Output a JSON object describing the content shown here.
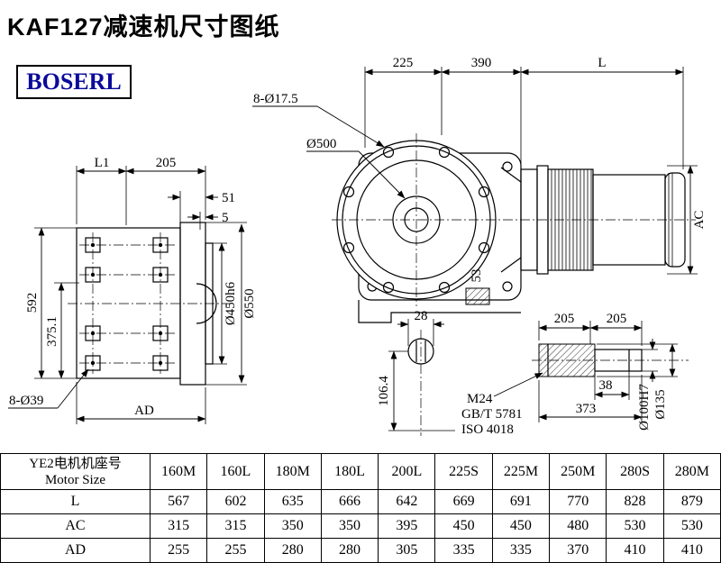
{
  "page": {
    "title": "KAF127减速机尺寸图纸",
    "brand": "BOSERL",
    "brand_color": "#0a0a9a"
  },
  "drawing": {
    "front": {
      "dim_225": "225",
      "dim_390": "390",
      "dim_l": "L",
      "bolt_callout": "8-Ø17.5",
      "flange_dia": "Ø500",
      "motor_height": "AC",
      "dim_53": "53"
    },
    "side": {
      "dim_l1": "L1",
      "dim_205": "205",
      "dim_51": "51",
      "dim_5": "5",
      "dim_592": "592",
      "dim_375": "375.1",
      "bolt_callout": "8-Ø39",
      "dim_ad": "AD",
      "boss_dia": "Ø450h6",
      "flange_dia": "Ø550"
    },
    "input_shaft": {
      "dim_28": "28",
      "dim_106": "106.4"
    },
    "output_shaft": {
      "dim_205a": "205",
      "dim_205b": "205",
      "dim_38": "38",
      "dim_373": "373",
      "bolt": "M24",
      "std1": "GB/T 5781",
      "std2": "ISO 4018",
      "bore_dia": "Ø100H7",
      "outer_dia": "Ø135"
    }
  },
  "table": {
    "header_cn": "YE2电机机座号",
    "header_en": "Motor Size",
    "columns": [
      "160M",
      "160L",
      "180M",
      "180L",
      "200L",
      "225S",
      "225M",
      "250M",
      "280S",
      "280M"
    ],
    "rows": [
      {
        "label": "L",
        "values": [
          "567",
          "602",
          "635",
          "666",
          "642",
          "669",
          "691",
          "770",
          "828",
          "879"
        ]
      },
      {
        "label": "AC",
        "values": [
          "315",
          "315",
          "350",
          "350",
          "395",
          "450",
          "450",
          "480",
          "530",
          "530"
        ]
      },
      {
        "label": "AD",
        "values": [
          "255",
          "255",
          "280",
          "280",
          "305",
          "335",
          "335",
          "370",
          "410",
          "410"
        ]
      }
    ]
  }
}
